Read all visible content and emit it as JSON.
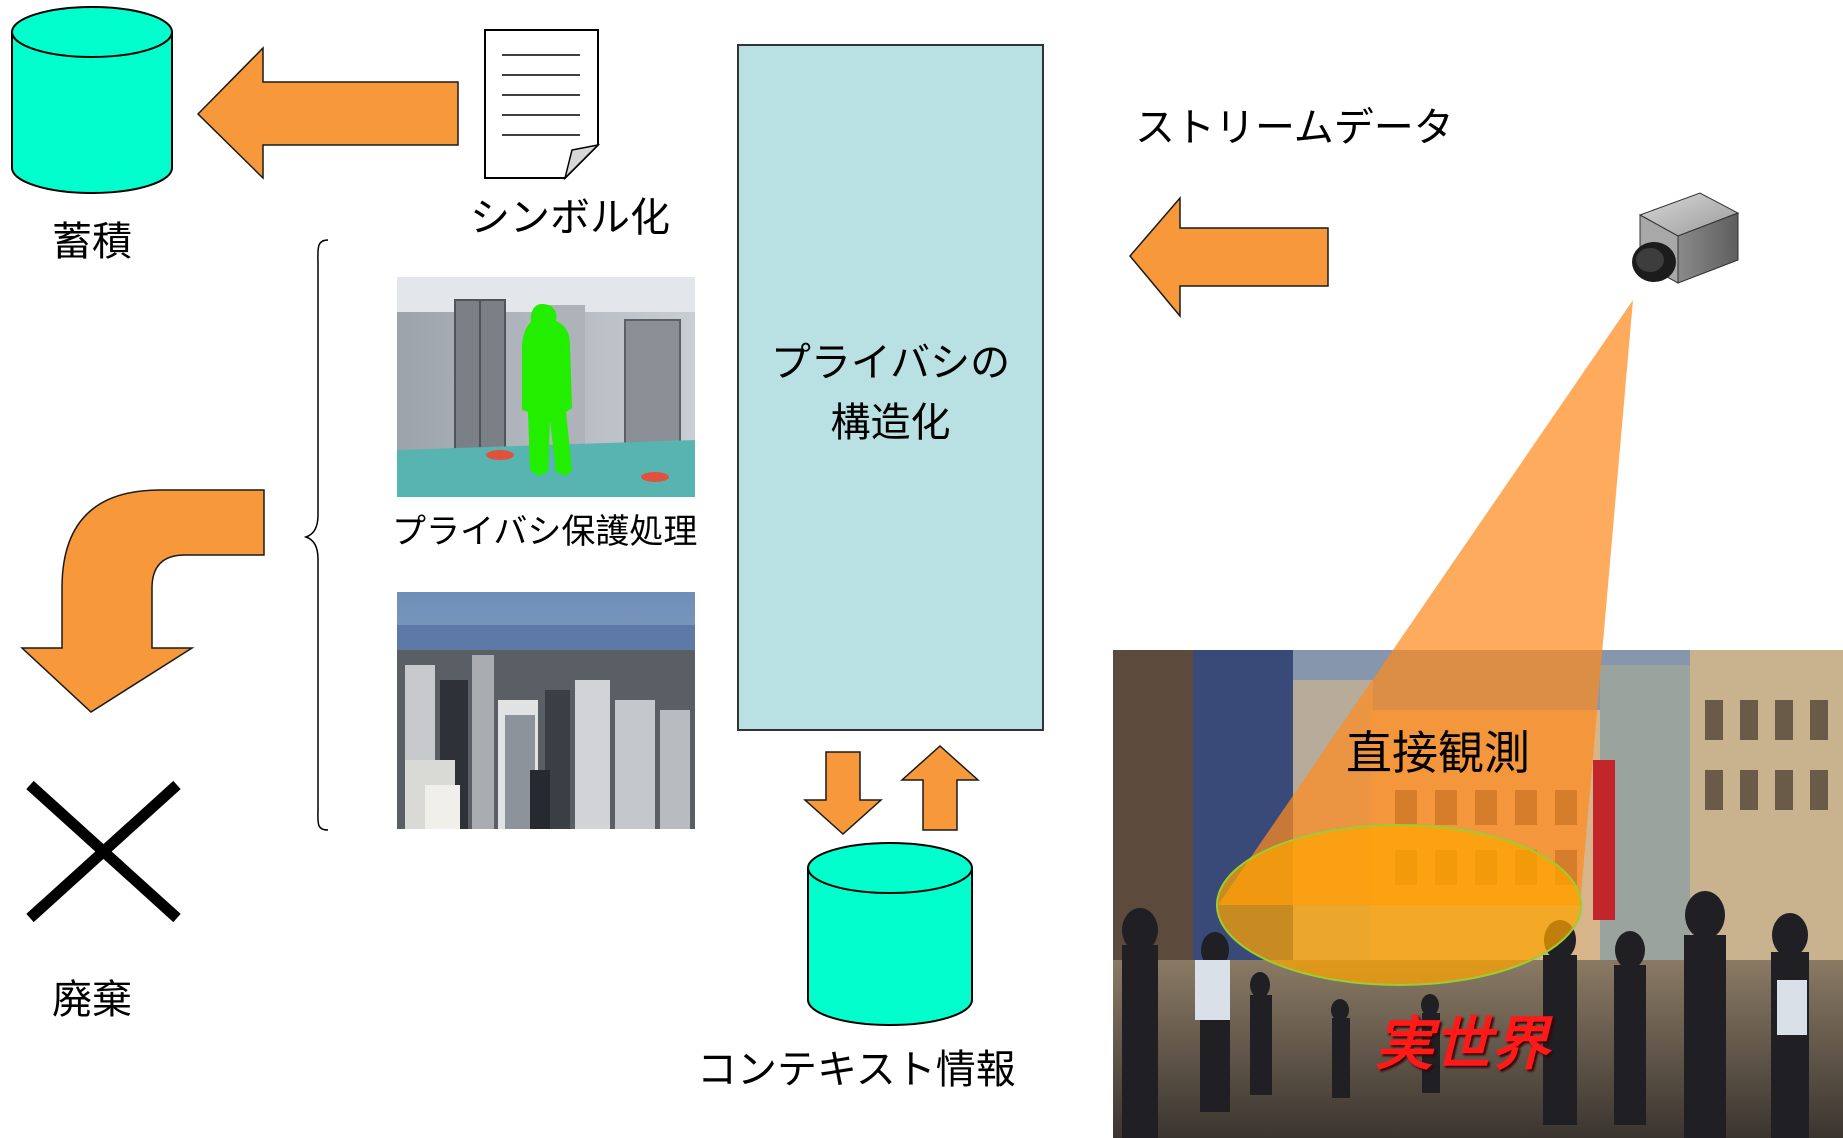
{
  "labels": {
    "storage": "蓄積",
    "symbolize": "シンボル化",
    "privacy_protection": "プライバシ保護処理",
    "discard": "廃棄",
    "structuring_line1": "プライバシの",
    "structuring_line2": "構造化",
    "stream_data": "ストリームデータ",
    "context_info": "コンテキスト情報",
    "direct_observation": "直接観測",
    "real_world": "実世界"
  },
  "colors": {
    "arrow_orange": "#f7993a",
    "db_cyan": "#00ffcc",
    "box_fill": "#b9e1e3",
    "highlight_green": "#22ee00",
    "real_world_text": "#ff1a1a"
  },
  "icons": {
    "storage_db": "cylinder-icon",
    "context_db": "cylinder-icon",
    "document": "document-icon",
    "camera": "camera-icon",
    "discard_mark": "x-mark-icon"
  }
}
